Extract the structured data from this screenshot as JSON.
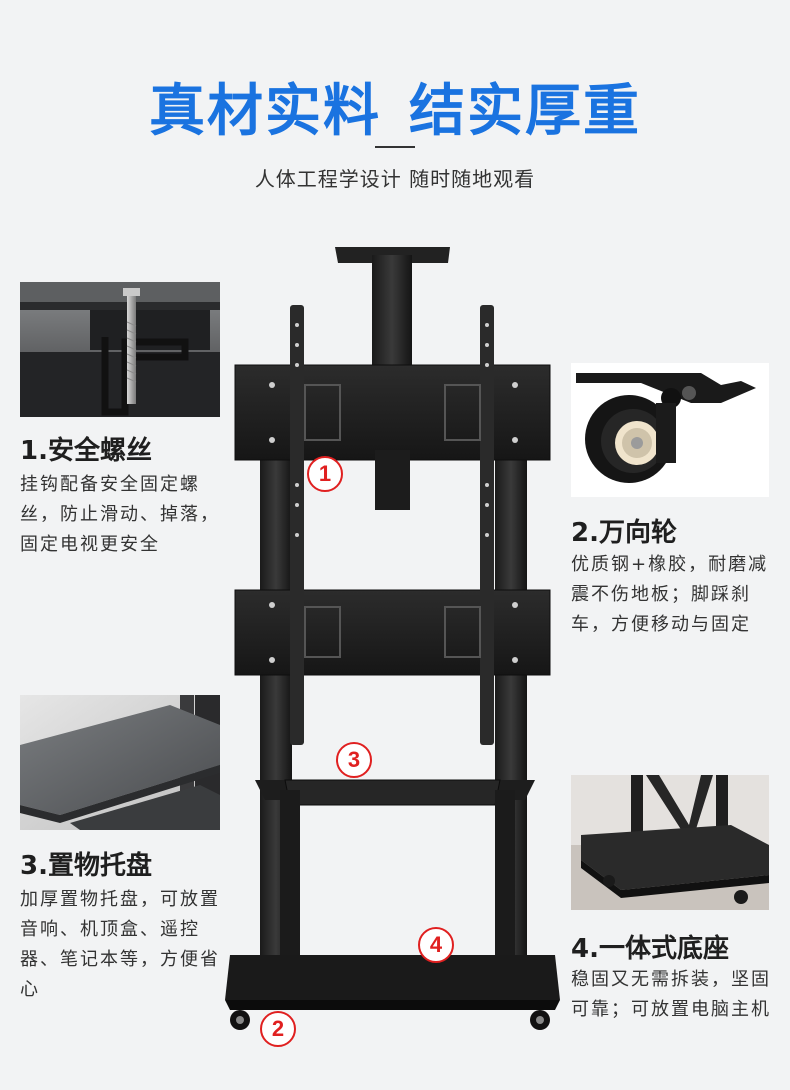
{
  "header": {
    "title_part1": "真材实料",
    "title_part2": "结实厚重",
    "subtitle": "人体工程学设计  随时随地观看"
  },
  "features": [
    {
      "title": "1.安全螺丝",
      "desc_lines": [
        "挂钩配备安全固定螺",
        "丝，防止滑动、掉落，",
        "固定电视更安全"
      ]
    },
    {
      "title": "2.万向轮",
      "desc_lines": [
        "优质钢+橡胶，耐磨减",
        "震不伤地板；脚踩刹",
        "车，方便移动与固定"
      ]
    },
    {
      "title": "3.置物托盘",
      "desc_lines": [
        "加厚置物托盘，可放置",
        "音响、机顶盒、遥控",
        "器、笔记本等，方便省",
        "心"
      ]
    },
    {
      "title": "4.一体式底座",
      "desc_lines": [
        "稳固又无需拆装，坚固",
        "可靠；可放置电脑主机"
      ]
    }
  ],
  "markers": [
    "1",
    "2",
    "3",
    "4"
  ],
  "colors": {
    "title_blue": "#1a73e0",
    "marker_red": "#e02020",
    "background": "#f2f3f4"
  },
  "icons": {
    "screw_photo": "screw-photo",
    "caster_photo": "caster-wheel-photo",
    "tray_photo": "tray-photo",
    "base_photo": "base-photo",
    "stand_image": "tv-stand-image"
  }
}
